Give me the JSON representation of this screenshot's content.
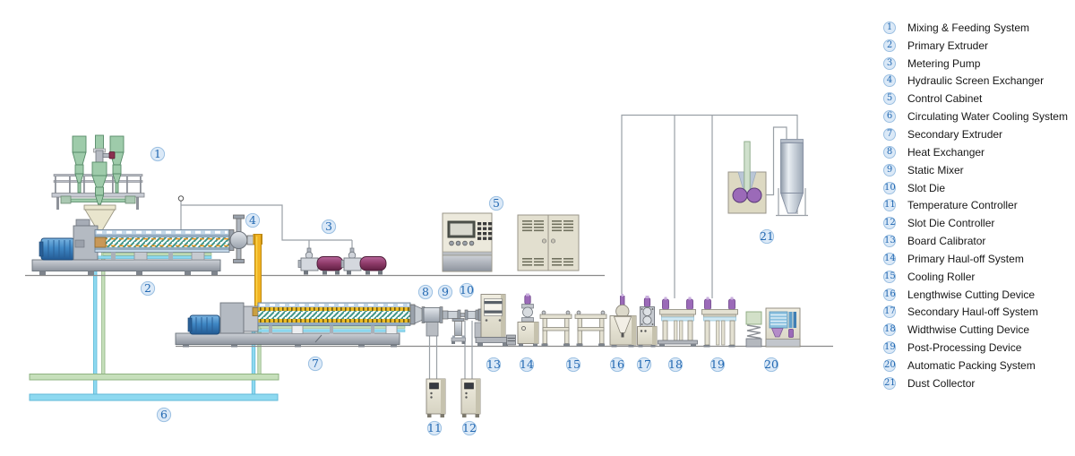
{
  "diagram": {
    "type": "process-flow",
    "badges": [
      "1",
      "2",
      "3",
      "4",
      "5",
      "6",
      "7",
      "8",
      "9",
      "10",
      "11",
      "12",
      "13",
      "14",
      "15",
      "16",
      "17",
      "18",
      "19",
      "20",
      "21"
    ],
    "colors": {
      "badge_fill": "#dbe9f7",
      "badge_border": "#9cc0e2",
      "badge_text": "#2268b2",
      "pipe_green": "#c6dfbb",
      "pipe_blue": "#8ed9f0",
      "melt_pipe_yellow": "#f2b322",
      "motor_blue": "#3f87c4",
      "pump_motor_purple": "#8e3a68",
      "accent_purple": "#9b6ab8",
      "machine_beige": "#e6e3d2",
      "wire_gray": "#9aa0a6"
    }
  },
  "legend": {
    "items": [
      {
        "n": "1",
        "label": "Mixing & Feeding System"
      },
      {
        "n": "2",
        "label": "Primary Extruder"
      },
      {
        "n": "3",
        "label": "Metering Pump"
      },
      {
        "n": "4",
        "label": "Hydraulic Screen Exchanger"
      },
      {
        "n": "5",
        "label": "Control Cabinet"
      },
      {
        "n": "6",
        "label": "Circulating Water Cooling System"
      },
      {
        "n": "7",
        "label": "Secondary Extruder"
      },
      {
        "n": "8",
        "label": "Heat Exchanger"
      },
      {
        "n": "9",
        "label": "Static Mixer"
      },
      {
        "n": "10",
        "label": "Slot Die"
      },
      {
        "n": "11",
        "label": "Temperature Controller"
      },
      {
        "n": "12",
        "label": "Slot Die Controller"
      },
      {
        "n": "13",
        "label": "Board Calibrator"
      },
      {
        "n": "14",
        "label": "Primary Haul-off System"
      },
      {
        "n": "15",
        "label": "Cooling Roller"
      },
      {
        "n": "16",
        "label": "Lengthwise Cutting Device"
      },
      {
        "n": "17",
        "label": "Secondary Haul-off System"
      },
      {
        "n": "18",
        "label": "Widthwise Cutting Device"
      },
      {
        "n": "19",
        "label": "Post-Processing Device"
      },
      {
        "n": "20",
        "label": "Automatic Packing System"
      },
      {
        "n": "21",
        "label": "Dust Collector"
      }
    ]
  }
}
